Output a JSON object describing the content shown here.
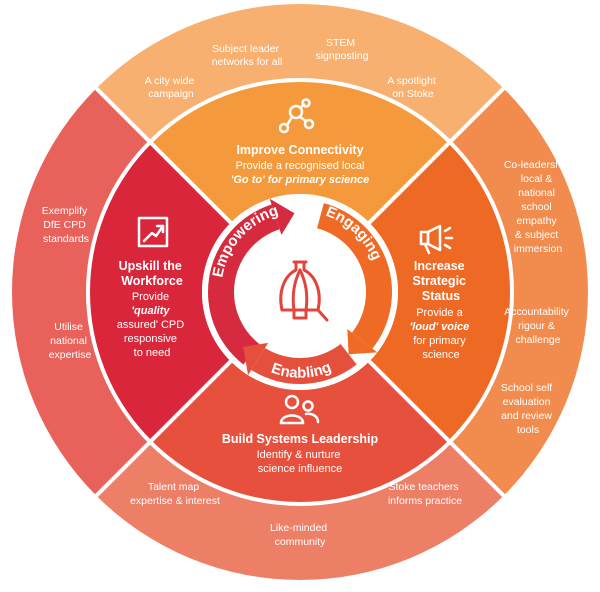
{
  "colors": {
    "top_outer": "#f7b06f",
    "top_inner": "#f59a3c",
    "right_outer": "#f28c4e",
    "right_inner": "#ee6a24",
    "bottom_outer": "#ee7f67",
    "bottom_inner": "#e6503c",
    "left_outer": "#e9615b",
    "left_inner": "#d9263b",
    "hub_ring_left": "#d62a3e",
    "hub_ring_right": "#ef6a25",
    "hub_ring_bottom": "#e5503d",
    "hub_icon": "#e0453b",
    "white": "#ffffff"
  },
  "icons": {
    "top": "network-icon",
    "right": "megaphone-icon",
    "bottom": "people-icon",
    "left": "growth-chart-icon",
    "center": "bell-flask-icon"
  },
  "hub": {
    "labels": [
      "Empowering",
      "Engaging",
      "Enabling"
    ]
  },
  "sections": {
    "top": {
      "title": "Improve Connectivity",
      "desc_line1": "Provide a recognised local",
      "desc_line2": "'Go to' for primary science",
      "outer_1": [
        "Subject leader",
        "networks for all"
      ],
      "outer_2": [
        "STEM",
        "signposting"
      ],
      "outer_3": [
        "A city wide",
        "campaign"
      ],
      "outer_4": [
        "A spotlight",
        "on Stoke"
      ]
    },
    "left": {
      "title": [
        "Upskill the",
        "Workforce"
      ],
      "desc": [
        "Provide",
        "'quality",
        "assured' CPD",
        "responsive",
        "to need"
      ],
      "outer_1": [
        "Exemplify",
        "DfE CPD",
        "standards"
      ],
      "outer_2": [
        "Utilise",
        "national",
        "expertise"
      ]
    },
    "right": {
      "title": [
        "Increase",
        "Strategic",
        "Status"
      ],
      "desc": [
        "Provide a",
        "'loud' voice",
        "for primary",
        "science"
      ],
      "outer_1": [
        "Co-leadership",
        "local &",
        "national",
        "school",
        "empathy",
        "& subject",
        "immersion"
      ],
      "outer_2": [
        "Accountability",
        "rigour &",
        "challenge"
      ],
      "outer_3": [
        "School self",
        "evaluation",
        "and review",
        "tools"
      ]
    },
    "bottom": {
      "title": "Build Systems Leadership",
      "desc": [
        "Identify & nurture",
        "science influence"
      ],
      "outer_1": [
        "Talent map",
        "expertise & interest"
      ],
      "outer_2": [
        "Stoke teachers",
        "informs practice"
      ],
      "outer_3": [
        "Like-minded",
        "community"
      ]
    }
  }
}
